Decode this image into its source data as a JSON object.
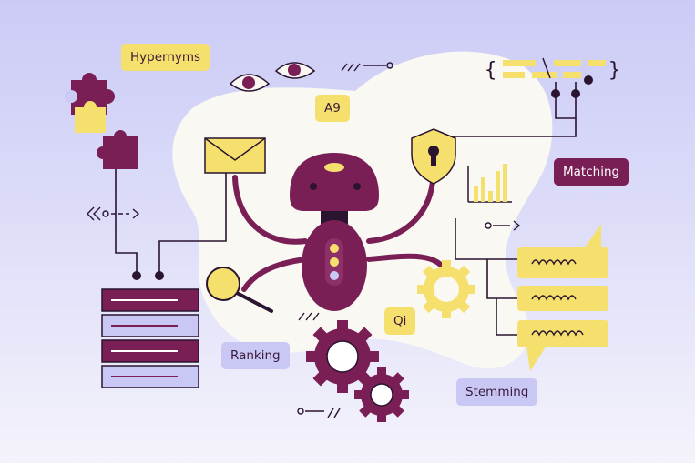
{
  "labels": {
    "hypernyms": "Hypernyms",
    "a9": "A9",
    "matching": "Matching",
    "qi": "Qi",
    "ranking": "Ranking",
    "stemming": "Stemming"
  },
  "colors": {
    "purple": "#7a1f55",
    "yellow": "#f6e06d",
    "lavender": "#c9c8f4",
    "ink": "#2a1430",
    "background": "#d6d6f8"
  },
  "icons": [
    "puzzle-icon",
    "eye-icon",
    "envelope-icon",
    "shield-lock-icon",
    "bar-chart-icon",
    "robot-icon",
    "magnifier-icon",
    "gear-icon",
    "server-rack-icon",
    "speech-bubble-icon",
    "code-braces-icon"
  ]
}
